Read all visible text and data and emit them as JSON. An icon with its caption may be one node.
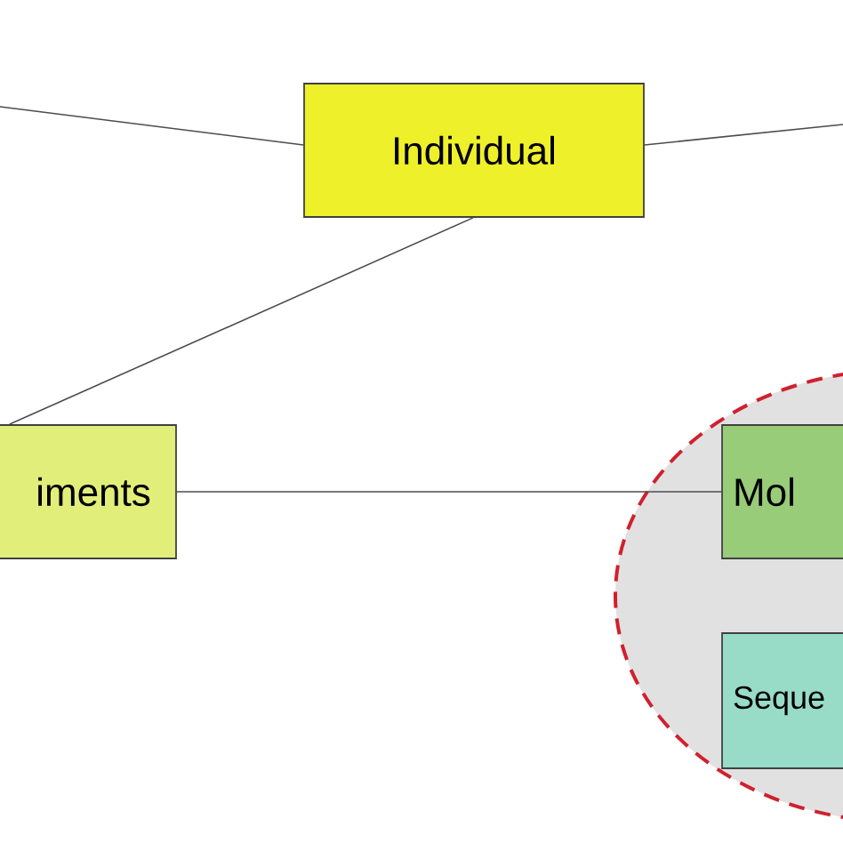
{
  "diagram": {
    "nodes": [
      {
        "text": [
          "Individual"
        ]
      },
      {
        "text": [
          "iments"
        ]
      },
      {
        "text": [],
        "shape": "ellipse"
      },
      {
        "text": [
          "Mol"
        ],
        "in": 2
      },
      {
        "text": [
          "Seque"
        ],
        "in": 2
      }
    ],
    "edges": [
      {
        "from": null,
        "to": 0,
        "arrow": "none"
      },
      {
        "from": 0,
        "to": null,
        "arrow": "none"
      },
      {
        "from": 0,
        "to": 1,
        "arrow": "none"
      },
      {
        "from": 1,
        "to": 3,
        "arrow": "none"
      }
    ]
  }
}
